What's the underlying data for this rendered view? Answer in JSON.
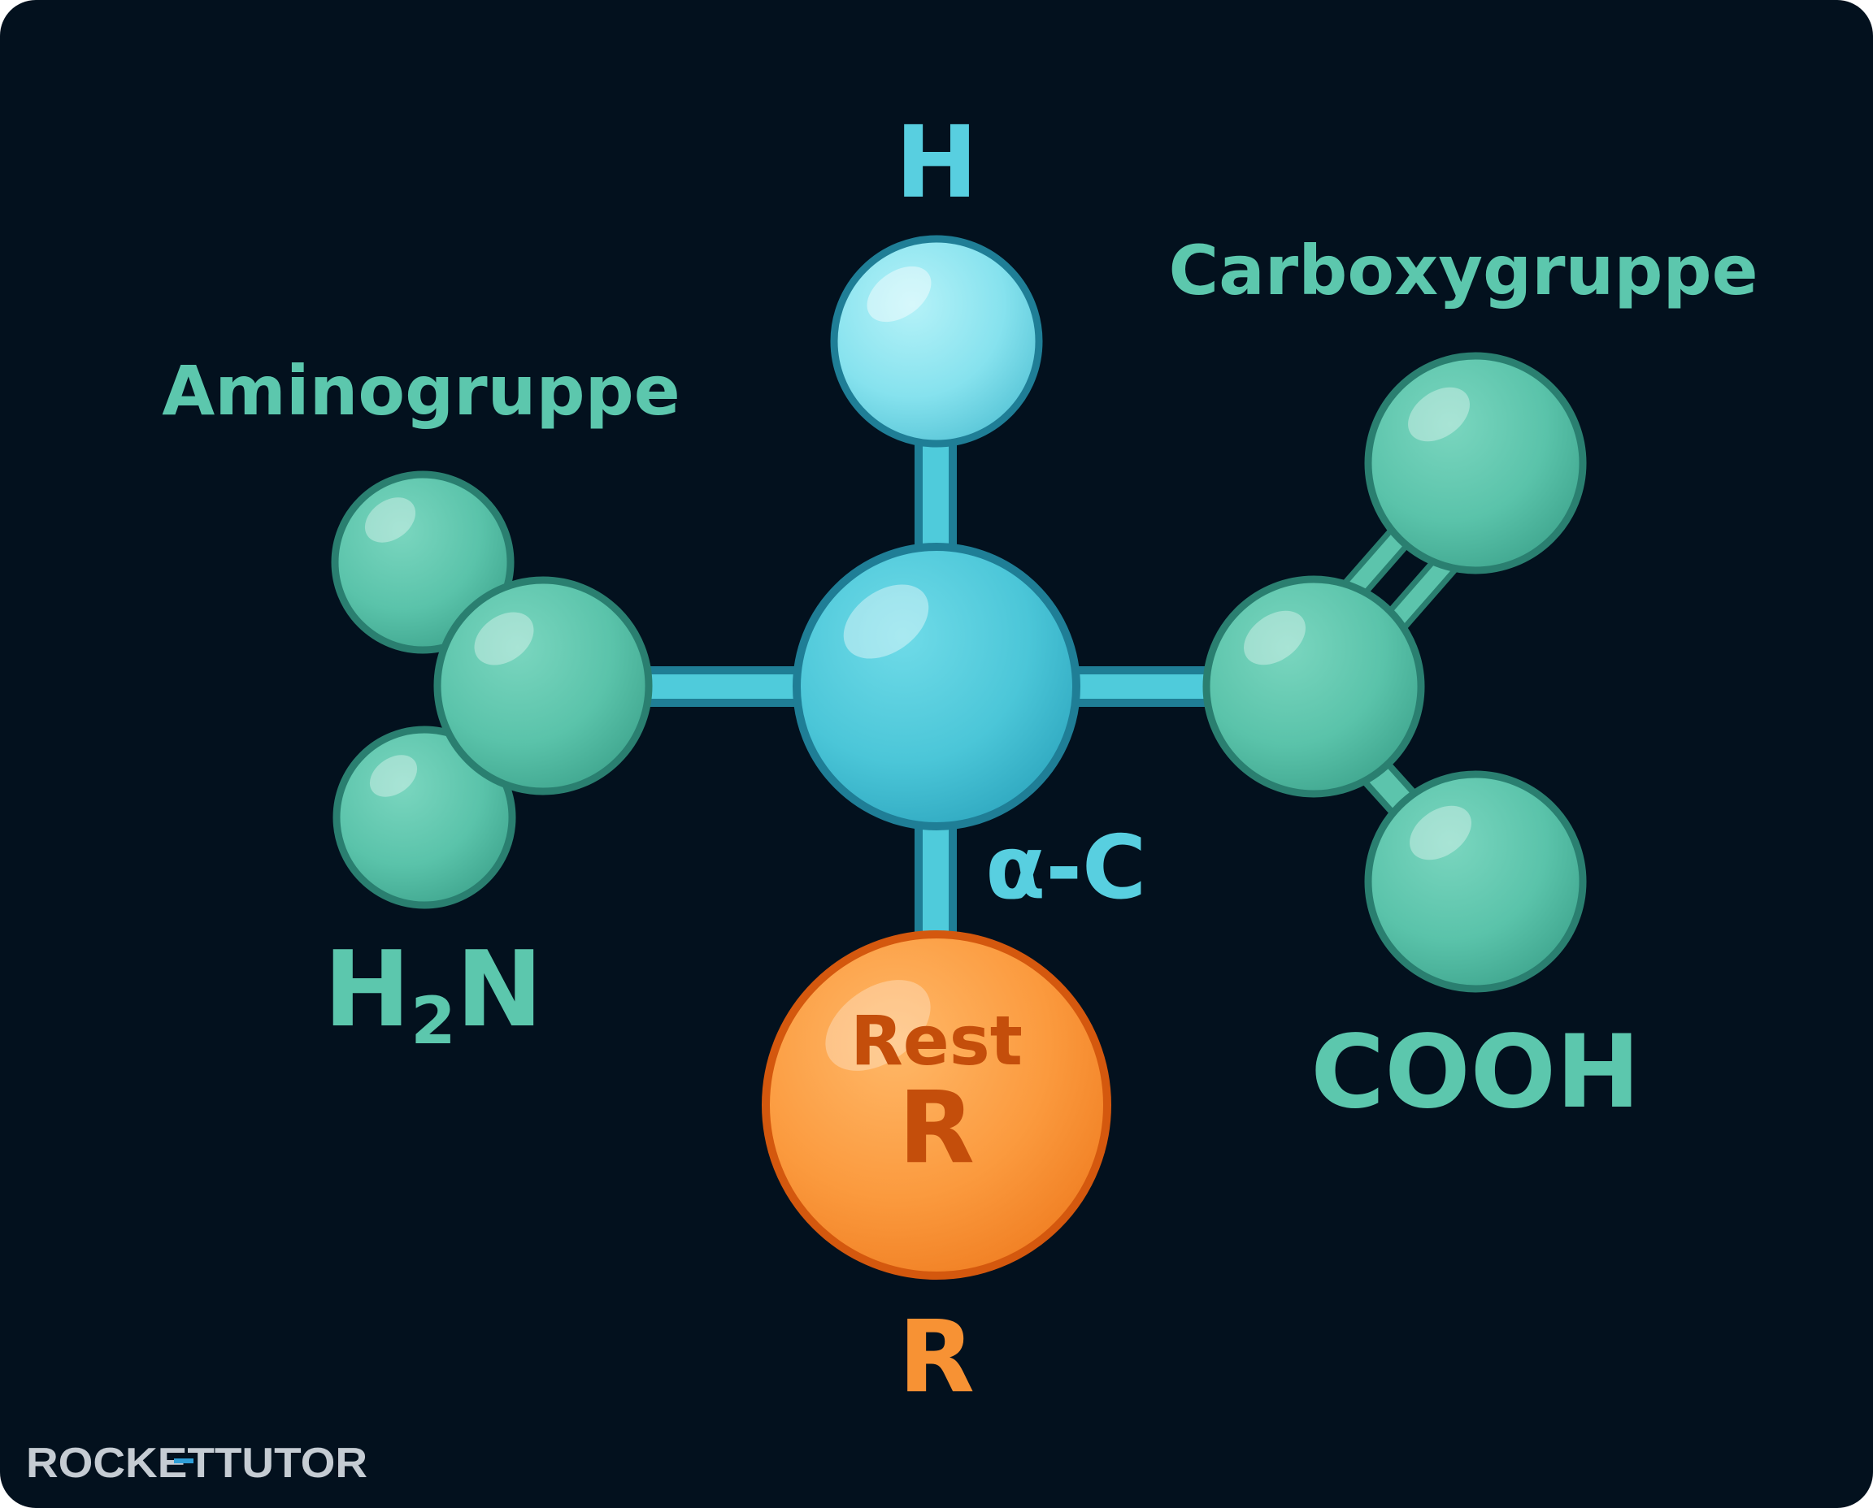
{
  "labels": {
    "top_atom": "H",
    "amino_group": "Aminogruppe",
    "carboxy_group": "Carboxygruppe",
    "amine_formula_main": "H",
    "amine_formula_sub": "2",
    "amine_formula_end": "N",
    "alpha_carbon": "α-C",
    "carboxyl_formula": "COOH",
    "rest_word": "Rest",
    "rest_letter": "R",
    "bottom_letter": "R"
  },
  "logo": {
    "text": "ROCKETTUTOR"
  },
  "colors": {
    "background": "#03111e",
    "blue_atom": "#4fcbdb",
    "blue_stroke": "#1f7e96",
    "light_atom": "#8ee6f0",
    "teal_atom": "#5cc4ac",
    "teal_stroke": "#2a7f70",
    "orange_atom": "#fb9a3e",
    "orange_stroke": "#d4580e",
    "teal_text": "#5cc7ad",
    "blue_text": "#58cfe0",
    "orange_text": "#f79234",
    "rest_text": "#c44e0b",
    "logo_gray": "#c5ccd3",
    "logo_accent": "#2f9fd8"
  }
}
